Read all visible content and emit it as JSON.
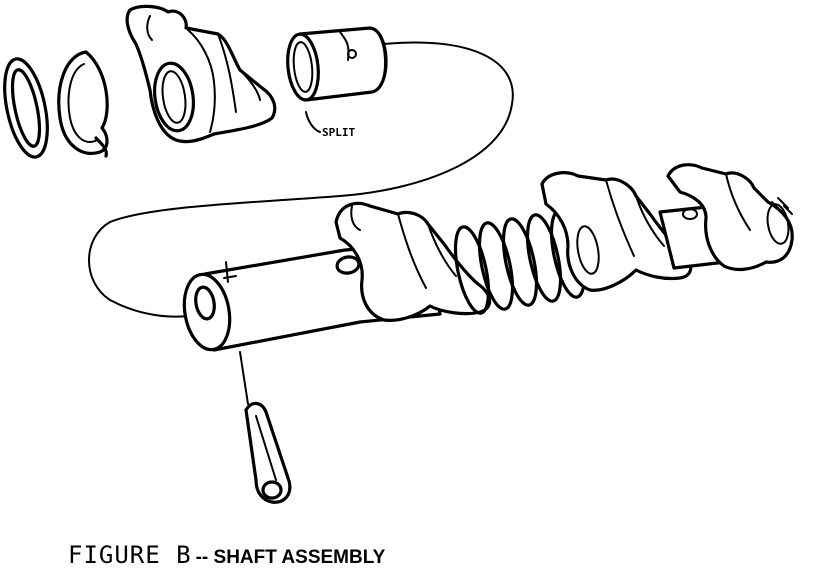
{
  "labels": {
    "split": "SPLIT"
  },
  "caption": {
    "figure": "FIGURE B",
    "title": "-- SHAFT ASSEMBLY"
  }
}
